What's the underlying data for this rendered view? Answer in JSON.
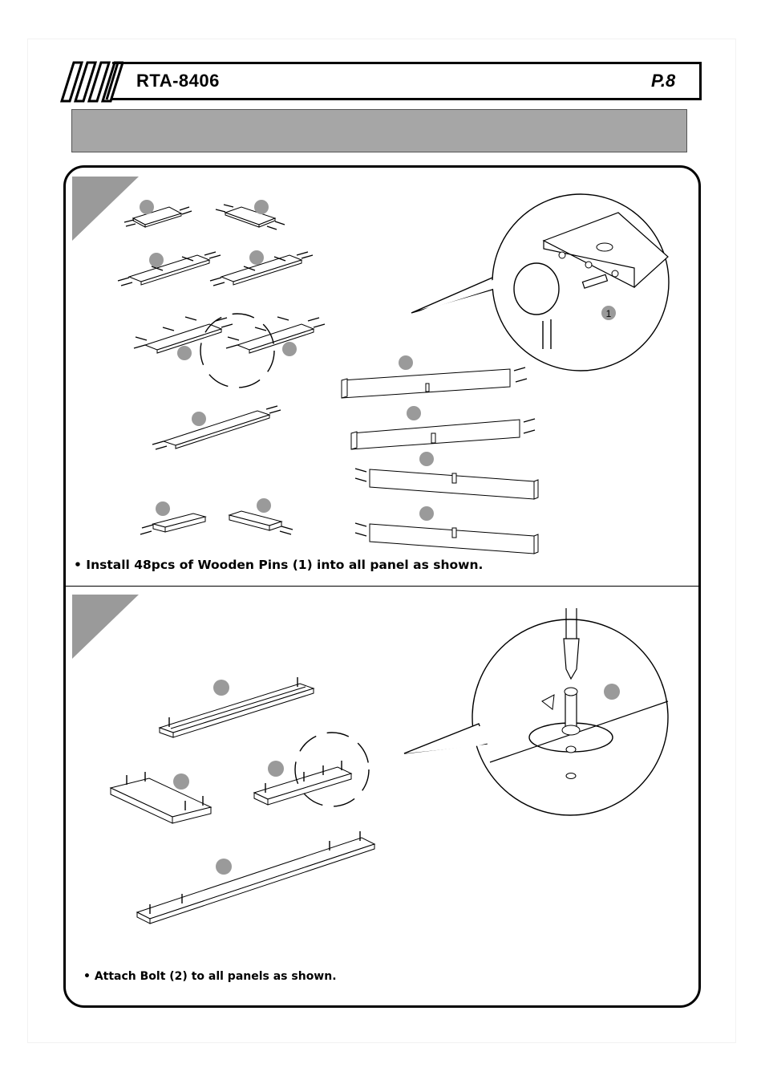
{
  "header": {
    "model": "RTA-8406",
    "page": "P.8"
  },
  "step1": {
    "instruction": "• Install 48pcs of Wooden Pins (1) into all panel as shown.",
    "callout_part": "1"
  },
  "step2": {
    "instruction": "• Attach Bolt (2) to all panels as shown."
  },
  "colors": {
    "frame": "#000000",
    "gray_bar": "#a6a6a6",
    "step_triangle": "#9a9a9a",
    "part_marker": "#9a9a9a"
  }
}
